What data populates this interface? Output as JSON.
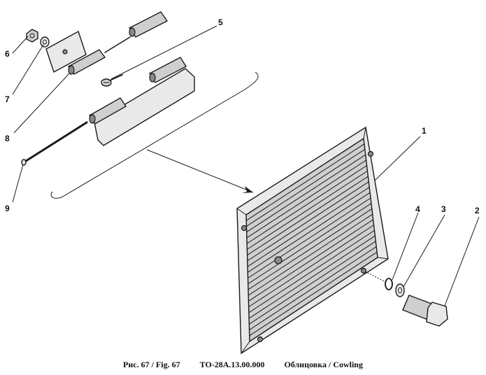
{
  "callouts": [
    {
      "id": "1",
      "label": "1"
    },
    {
      "id": "2",
      "label": "2"
    },
    {
      "id": "3",
      "label": "3"
    },
    {
      "id": "4",
      "label": "4"
    },
    {
      "id": "5",
      "label": "5"
    },
    {
      "id": "6",
      "label": "6"
    },
    {
      "id": "7",
      "label": "7"
    },
    {
      "id": "8",
      "label": "8"
    },
    {
      "id": "9",
      "label": "9"
    }
  ],
  "caption": {
    "figure": "Рис. 67 / Fig. 67",
    "code": "ТО-28А.13.00.000",
    "title": "Облицовка / Cowling"
  }
}
